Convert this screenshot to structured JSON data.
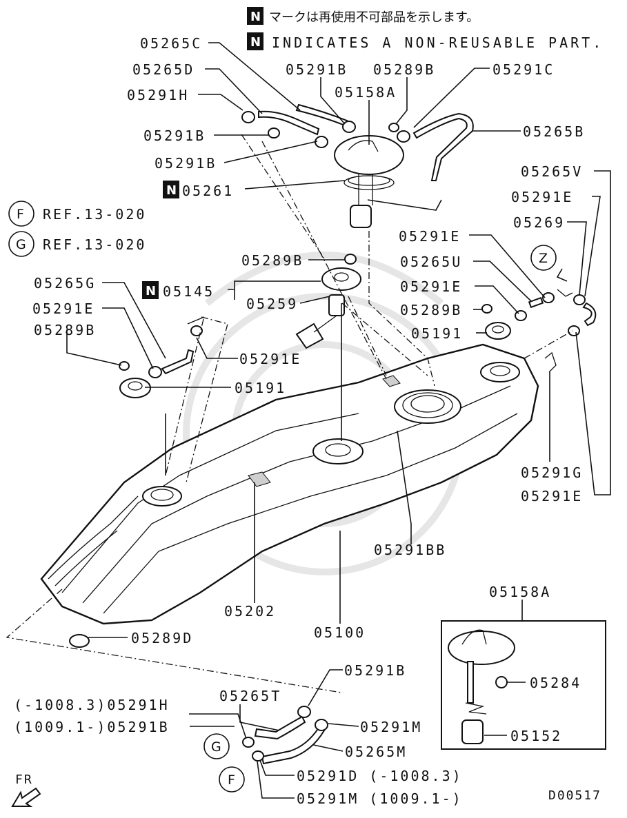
{
  "notes": {
    "jp": "マークは再使用不可部品を示します。",
    "en": "INDICATES A NON-REUSABLE PART.",
    "n_badge": "N"
  },
  "labels": {
    "p05265C": "05265C",
    "p05265D": "05265D",
    "p05291H": "05291H",
    "p05291B_a": "05291B",
    "p05291B_b": "05291B",
    "p05291B_top": "05291B",
    "p05289B_top": "05289B",
    "p05158A": "05158A",
    "p05291C": "05291C",
    "p05265B": "05265B",
    "p05261": "05261",
    "p05265V": "05265V",
    "p05291E_r1": "05291E",
    "p05269": "05269",
    "p05291E_r2": "05291E",
    "p05265U": "05265U",
    "p05291E_r3": "05291E",
    "p05289B_r": "05289B",
    "p05191_r": "05191",
    "ref_f": "REF.13-020",
    "ref_g": "REF.13-020",
    "p05289B_mid": "05289B",
    "p05265G": "05265G",
    "p05145": "05145",
    "p05259": "05259",
    "p05291E_l": "05291E",
    "p05289B_l": "05289B",
    "p05291E_l2": "05291E",
    "p05191_l": "05191",
    "p05291G": "05291G",
    "p05291E_r4": "05291E",
    "p05291BB": "05291BB",
    "p05202": "05202",
    "p05100": "05100",
    "p05289D": "05289D",
    "p05158A_box": "05158A",
    "p05284": "05284",
    "p05152": "05152",
    "p05291B_bot": "05291B",
    "p05265T": "05265T",
    "p05291H_bot": "(-1008.3)05291H",
    "p05291B_bot2": "(1009.1-)05291B",
    "p05291M": "05291M",
    "p05265M": "05265M",
    "p05291D": "05291D (-1008.3)",
    "p05291M_bot": "05291M (1009.1-)",
    "circle_f": "F",
    "circle_g": "G",
    "circle_z": "Z",
    "fr": "FR",
    "code": "D00517"
  }
}
